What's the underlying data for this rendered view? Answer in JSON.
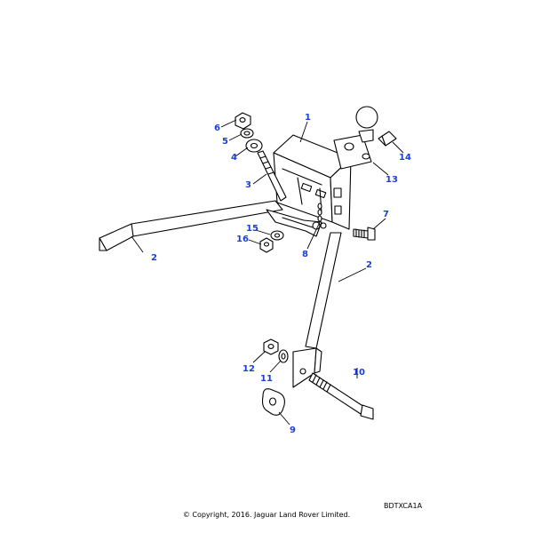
{
  "diagram": {
    "callout_color": "#1a3fd6",
    "callouts": [
      {
        "id": "1",
        "label": "1"
      },
      {
        "id": "2a",
        "label": "2"
      },
      {
        "id": "2b",
        "label": "2"
      },
      {
        "id": "3",
        "label": "3"
      },
      {
        "id": "4",
        "label": "4"
      },
      {
        "id": "5",
        "label": "5"
      },
      {
        "id": "6",
        "label": "6"
      },
      {
        "id": "7",
        "label": "7"
      },
      {
        "id": "8",
        "label": "8"
      },
      {
        "id": "9",
        "label": "9"
      },
      {
        "id": "10",
        "label": "10"
      },
      {
        "id": "11",
        "label": "11"
      },
      {
        "id": "12",
        "label": "12"
      },
      {
        "id": "13",
        "label": "13"
      },
      {
        "id": "14",
        "label": "14"
      },
      {
        "id": "15",
        "label": "15"
      },
      {
        "id": "16",
        "label": "16"
      }
    ],
    "reference_code": "BDTXCA1A",
    "copyright": "© Copyright, 2016. Jaguar Land Rover Limited."
  }
}
